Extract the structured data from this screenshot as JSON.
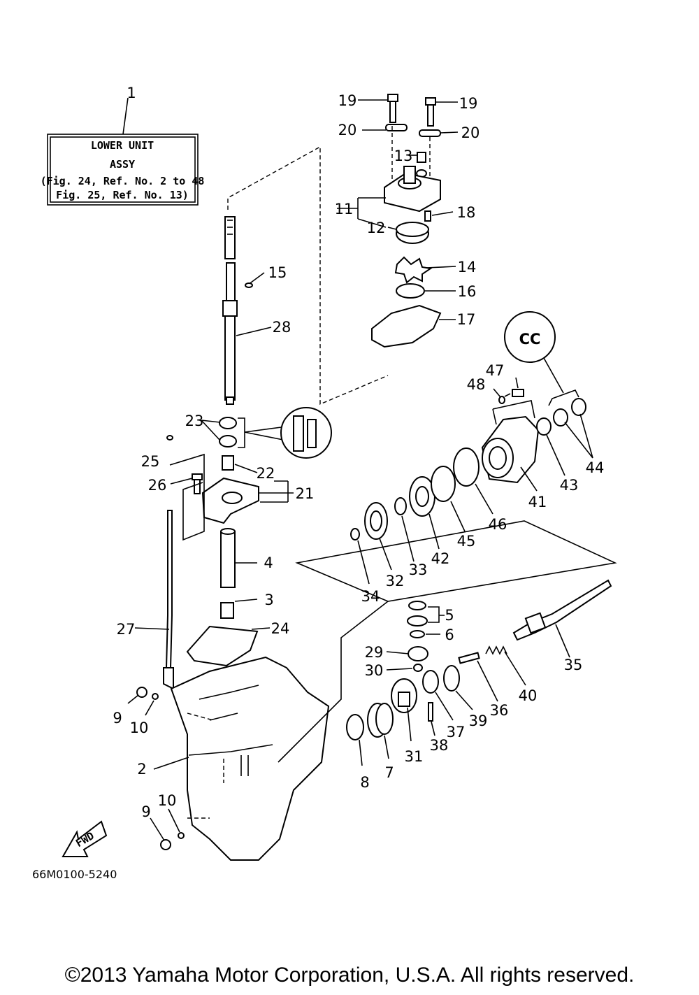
{
  "box": {
    "line1": "LOWER UNIT",
    "line2": "ASSY",
    "line3": "(Fig. 24, Ref. No. 2 to 48",
    "line4": "Fig. 25, Ref. No. 13)"
  },
  "fwd_label": "FWD",
  "cc_label": "CC",
  "diagram_code": "66M0100-5240",
  "copyright": "©2013 Yamaha Motor Corporation, U.S.A. All rights reserved.",
  "labels": {
    "l1": "1",
    "l2": "2",
    "l3": "3",
    "l4": "4",
    "l5": "5",
    "l6": "6",
    "l7": "7",
    "l8": "8",
    "l9a": "9",
    "l9b": "9",
    "l10a": "10",
    "l10b": "10",
    "l11": "11",
    "l12": "12",
    "l13": "13",
    "l14": "14",
    "l15": "15",
    "l16": "16",
    "l17": "17",
    "l18": "18",
    "l19a": "19",
    "l19b": "19",
    "l20a": "20",
    "l20b": "20",
    "l21": "21",
    "l22": "22",
    "l23": "23",
    "l24": "24",
    "l25": "25",
    "l26": "26",
    "l27": "27",
    "l28": "28",
    "l29": "29",
    "l30": "30",
    "l31": "31",
    "l32": "32",
    "l33": "33",
    "l34": "34",
    "l35": "35",
    "l36": "36",
    "l37": "37",
    "l38": "38",
    "l39": "39",
    "l40": "40",
    "l41": "41",
    "l42": "42",
    "l43": "43",
    "l44": "44",
    "l45": "45",
    "l46": "46",
    "l47": "47",
    "l48": "48"
  }
}
